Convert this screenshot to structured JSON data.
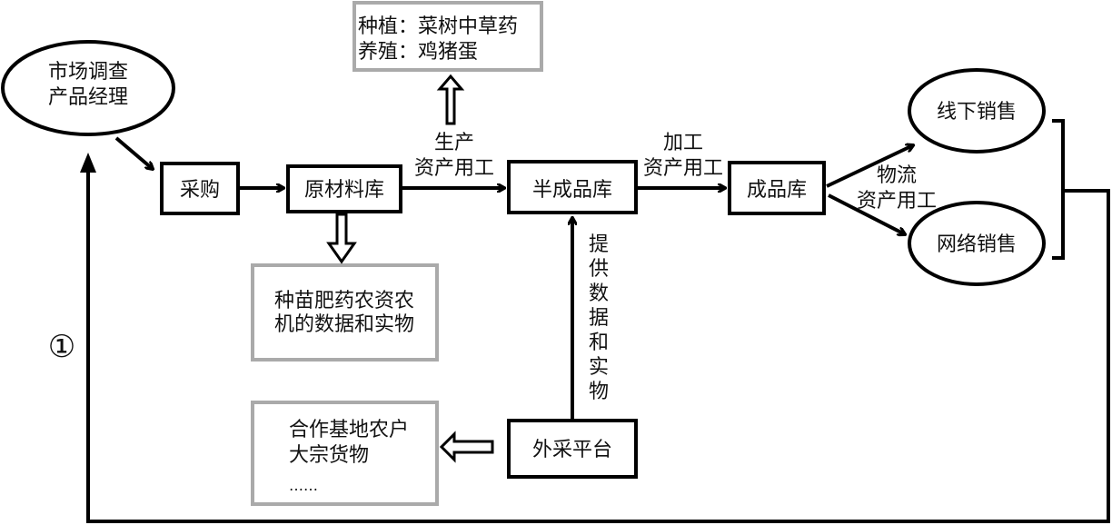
{
  "nodes": {
    "market": [
      "市场调查",
      "产品经理"
    ],
    "purchase": "采购",
    "raw": "原材料库",
    "semi": "半成品库",
    "finished": "成品库",
    "offline": "线下销售",
    "online": "网络销售",
    "external": "外采平台"
  },
  "notes": {
    "planting": [
      "种植：菜树中草药",
      "养殖：鸡猪蛋"
    ],
    "supplies": [
      "种苗肥药农资农",
      "机的数据和实物"
    ],
    "partners": [
      "合作基地农户",
      "大宗货物",
      "……"
    ]
  },
  "edge_labels": {
    "production": [
      "生产",
      "资产用工"
    ],
    "processing": [
      "加工",
      "资产用工"
    ],
    "logistics": [
      "物流",
      "资产用工"
    ],
    "provide": [
      "提",
      "供",
      "数",
      "据",
      "和",
      "实",
      "物"
    ]
  },
  "loop_marker": "①"
}
